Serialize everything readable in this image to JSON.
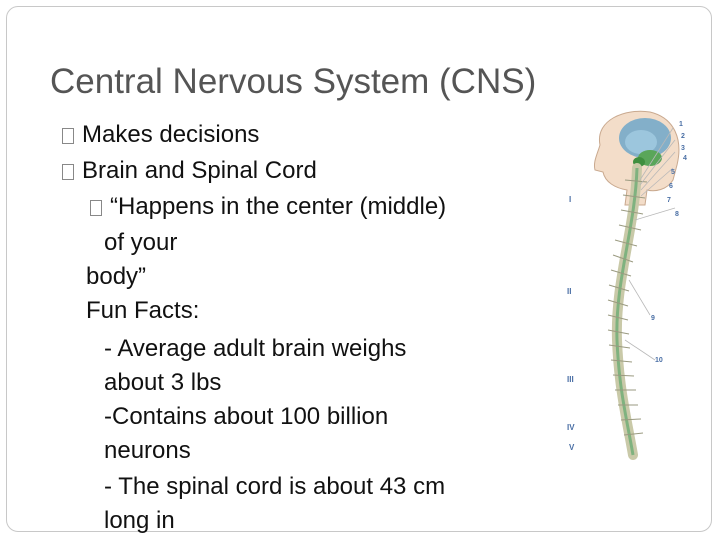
{
  "slide": {
    "title": "Central Nervous System (CNS)",
    "lines": [
      {
        "text": "Makes decisions",
        "level": 1,
        "bullet": true
      },
      {
        "text": "Brain and Spinal Cord",
        "level": 1,
        "bullet": true
      },
      {
        "text": "“Happens in the center (middle)",
        "level": 2,
        "bullet": true
      },
      {
        "text": "of your",
        "level": 3,
        "bullet": false
      },
      {
        "text": "body”",
        "level": 4,
        "bullet": false
      },
      {
        "text": "Fun Facts:",
        "level": 4,
        "bullet": false
      },
      {
        "text": "- Average adult brain weighs",
        "level": 3,
        "bullet": false
      },
      {
        "text": "about 3 lbs",
        "level": 3,
        "bullet": false
      },
      {
        "text": "-Contains about 100 billion",
        "level": 3,
        "bullet": false
      },
      {
        "text": "neurons",
        "level": 3,
        "bullet": false
      },
      {
        "text": "- The spinal cord is about 43 cm",
        "level": 3,
        "bullet": false
      },
      {
        "text": "long in",
        "level": 3,
        "bullet": false
      }
    ]
  },
  "diagram": {
    "region_labels": [
      "I",
      "II",
      "III",
      "IV",
      "V"
    ],
    "number_labels": [
      "1",
      "2",
      "3",
      "4",
      "5",
      "6",
      "7",
      "8",
      "9",
      "10"
    ]
  }
}
